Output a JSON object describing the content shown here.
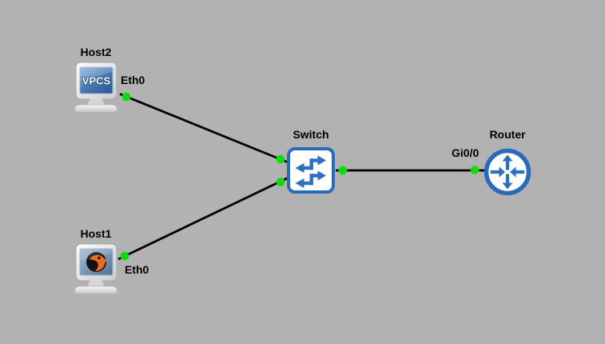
{
  "colors": {
    "background": "#b2b2b2",
    "link": "#000000",
    "port_status_up": "#0ade0a",
    "device_blue": "#2d6fc1",
    "device_border_blue": "#2a6abd",
    "label_text": "#000000"
  },
  "nodes": {
    "host2": {
      "label": "Host2",
      "screen_text": "VPCS",
      "port": "Eth0"
    },
    "host1": {
      "label": "Host1",
      "port": "Eth0"
    },
    "switch": {
      "label": "Switch"
    },
    "router": {
      "label": "Router",
      "port": "Gi0/0"
    }
  }
}
